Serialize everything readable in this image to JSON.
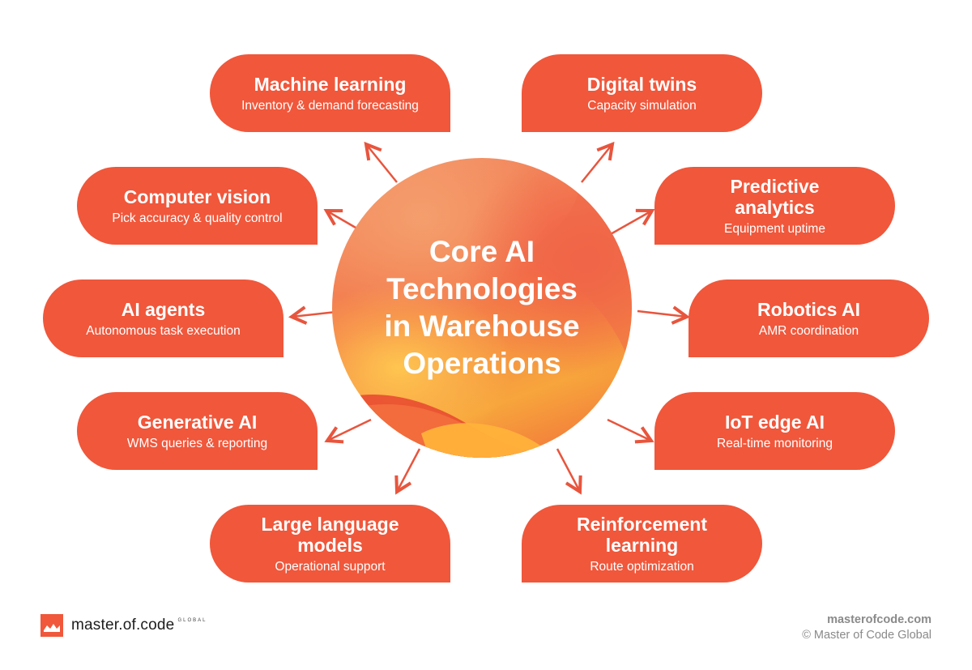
{
  "center": {
    "title": "Core AI\nTechnologies\nin Warehouse\nOperations"
  },
  "cards": [
    {
      "id": "machine-learning",
      "title": "Machine learning",
      "sub": "Inventory & demand forecasting"
    },
    {
      "id": "digital-twins",
      "title": "Digital twins",
      "sub": "Capacity simulation"
    },
    {
      "id": "computer-vision",
      "title": "Computer vision",
      "sub": "Pick accuracy & quality control"
    },
    {
      "id": "predictive-analytics",
      "title": "Predictive analytics",
      "sub": "Equipment uptime"
    },
    {
      "id": "ai-agents",
      "title": "AI agents",
      "sub": "Autonomous task execution"
    },
    {
      "id": "robotics-ai",
      "title": "Robotics AI",
      "sub": "AMR coordination"
    },
    {
      "id": "generative-ai",
      "title": "Generative AI",
      "sub": "WMS queries & reporting"
    },
    {
      "id": "iot-edge-ai",
      "title": "IoT edge AI",
      "sub": "Real-time monitoring"
    },
    {
      "id": "large-language-models",
      "title": "Large language models",
      "sub": "Operational support"
    },
    {
      "id": "reinforcement-learning",
      "title": "Reinforcement learning",
      "sub": "Route optimization"
    }
  ],
  "logo": {
    "text": "master.of.code",
    "tag": "GLOBAL"
  },
  "footer": {
    "site": "masterofcode.com",
    "copyright": "© Master of Code Global"
  },
  "colors": {
    "accent": "#f0573b",
    "arrow": "#e8553d"
  }
}
